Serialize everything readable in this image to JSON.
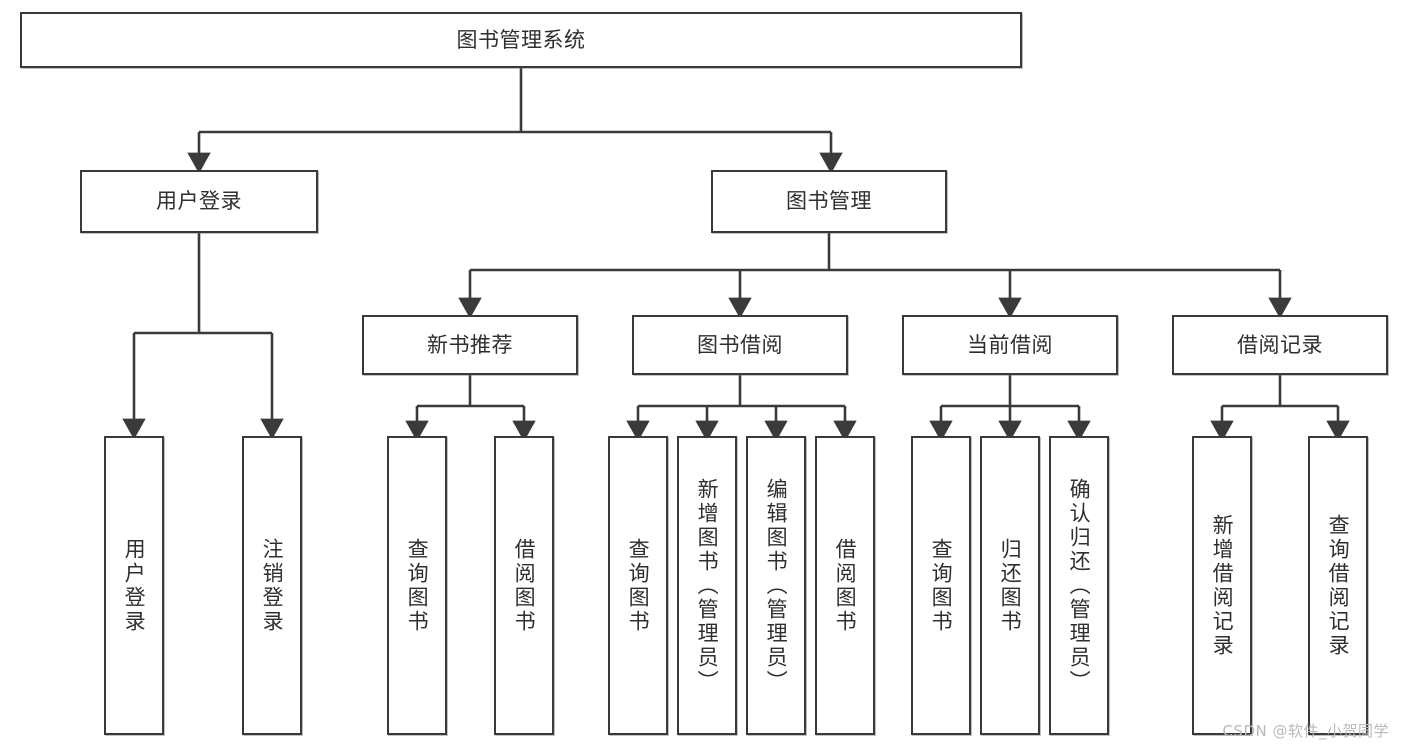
{
  "diagram": {
    "title_box": {
      "label": "图书管理系统"
    },
    "level2": [
      {
        "id": "user-login",
        "label": "用户登录"
      },
      {
        "id": "book-manage",
        "label": "图书管理"
      }
    ],
    "level3": [
      {
        "id": "new-book-recommend",
        "label": "新书推荐"
      },
      {
        "id": "book-borrow",
        "label": "图书借阅"
      },
      {
        "id": "current-borrow",
        "label": "当前借阅"
      },
      {
        "id": "borrow-record",
        "label": "借阅记录"
      }
    ],
    "leaves": {
      "user_login": [
        {
          "id": "leaf-user-login",
          "label": "用户登录"
        },
        {
          "id": "leaf-logout-login",
          "label": "注销登录"
        }
      ],
      "new_book_recommend": [
        {
          "id": "leaf-query-book-1",
          "label": "查询图书"
        },
        {
          "id": "leaf-borrow-book-1",
          "label": "借阅图书"
        }
      ],
      "book_borrow": [
        {
          "id": "leaf-query-book-2",
          "label": "查询图书"
        },
        {
          "id": "leaf-add-book",
          "label": "新增图书（管理员）"
        },
        {
          "id": "leaf-edit-book",
          "label": "编辑图书（管理员）"
        },
        {
          "id": "leaf-borrow-book-2",
          "label": "借阅图书"
        }
      ],
      "current_borrow": [
        {
          "id": "leaf-query-book-3",
          "label": "查询图书"
        },
        {
          "id": "leaf-return-book",
          "label": "归还图书"
        },
        {
          "id": "leaf-confirm-return",
          "label": "确认归还（管理员）"
        }
      ],
      "borrow_record": [
        {
          "id": "leaf-add-record",
          "label": "新增借阅记录"
        },
        {
          "id": "leaf-query-record",
          "label": "查询借阅记录"
        }
      ]
    },
    "watermark": "CSDN @软件_小贺同学",
    "colors": {
      "stroke": "#3a3a3a",
      "background": "#ffffff",
      "text": "#2f2f2f",
      "watermark": "#b9b9b9"
    }
  }
}
